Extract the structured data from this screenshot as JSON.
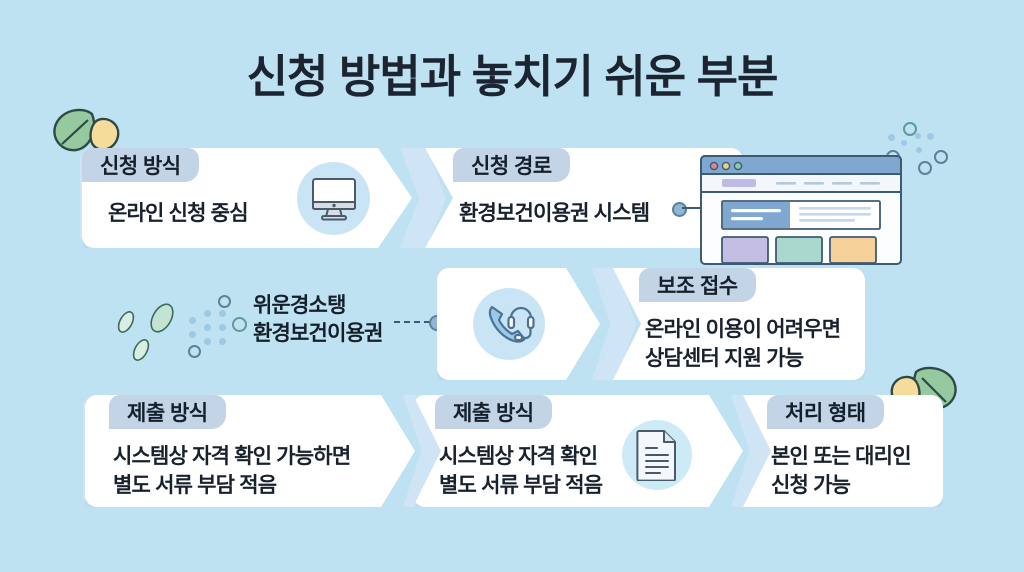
{
  "page": {
    "title": "신청 방법과 놓치기 쉬운 부분",
    "background_color": "#bfe2f3",
    "header_band_color": "#c3d4e7",
    "card_color": "#ffffff",
    "accent_color": "#8fb6d6",
    "text_color": "#18222e"
  },
  "rows": {
    "row1": [
      {
        "header": "신청 방식",
        "body": "온라인 신청 중심",
        "icon": "desktop-monitor-icon"
      },
      {
        "header": "신청 경로",
        "body": "환경보건이용권 시스템",
        "icon": "browser-window-icon"
      }
    ],
    "row2": [
      {
        "header": "",
        "body": "",
        "icon": "phone-headset-icon"
      },
      {
        "header": "보조 접수",
        "body": "온라인 이용이 어려우면\n상담센터 지원 가능",
        "icon": ""
      }
    ],
    "row3": [
      {
        "header": "제출 방식",
        "body": "시스템상 자격 확인 가능하면\n별도 서류 부담 적음",
        "icon": ""
      },
      {
        "header": "제출 방식",
        "body": "시스템상 자격 확인\n별도 서류 부담 적음",
        "icon": "document-page-icon"
      },
      {
        "header": "처리 형태",
        "body": "본인 또는 대리인\n신청 가능",
        "icon": ""
      }
    ]
  },
  "annotations": {
    "floating_label": "위운경소탱\n환경보건이용권"
  },
  "decorations": {
    "leaf_top_left": "leaf-icon",
    "leaf_bottom_right": "leaf-icon",
    "small_leaves": "small-leaf-icon",
    "dot_cluster_left": "dot-cluster",
    "dot_cluster_top_right": "dot-cluster"
  },
  "browser_illustration": {
    "traffic_lights": [
      "#e0848a",
      "#e8d07f",
      "#8fc9a8"
    ],
    "tile_colors": [
      "#c3bde3",
      "#a9d8cd",
      "#f6d099"
    ],
    "hero_color": "#7fa7d0"
  }
}
